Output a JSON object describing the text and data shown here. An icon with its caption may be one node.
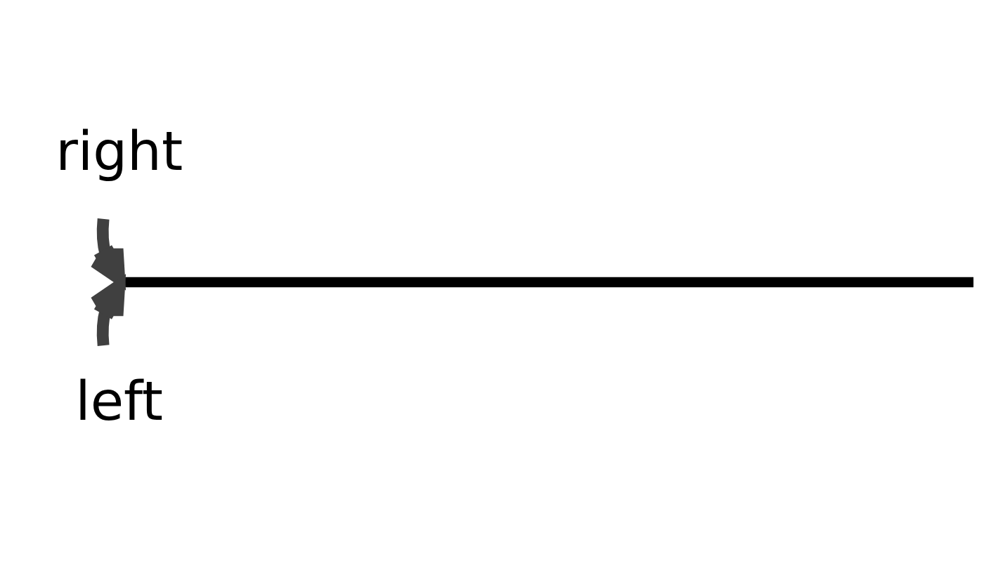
{
  "diagram": {
    "nodes": [
      {
        "text": [
          "right"
        ]
      },
      {
        "text": [],
        "shape": "bar"
      },
      {
        "text": [
          "left"
        ]
      }
    ],
    "edges": [
      {
        "from": 0,
        "to": 1,
        "arrow": "to"
      },
      {
        "from": 2,
        "to": 1,
        "arrow": "to"
      }
    ]
  }
}
